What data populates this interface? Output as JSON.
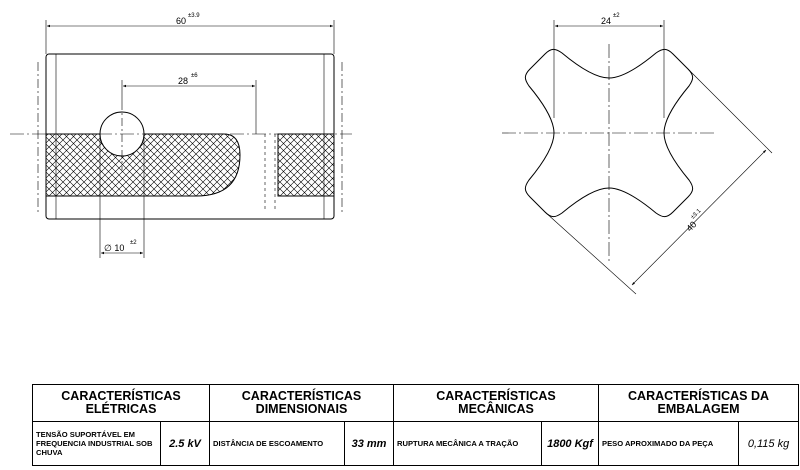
{
  "drawing": {
    "dims": {
      "length": {
        "value": "60",
        "tol": "±3.9"
      },
      "hole_pos": {
        "value": "28",
        "tol": "±6"
      },
      "hole_dia": {
        "value": "∅ 10",
        "tol": "±2"
      },
      "cross_width": {
        "value": "24",
        "tol": "±2"
      },
      "diagonal": {
        "value": "40",
        "tol": "±3.1"
      }
    }
  },
  "specs": {
    "electric": {
      "title": "CARACTERÍSTICAS ELÉTRICAS",
      "label": "TENSÃO SUPORTÁVEL EM FREQUENCIA INDUSTRIAL SOB CHUVA",
      "value": "2.5 kV"
    },
    "dimensional": {
      "title": "CARACTERÍSTICAS DIMENSIONAIS",
      "label": "DISTÂNCIA DE ESCOAMENTO",
      "value": "33 mm"
    },
    "mechanical": {
      "title": "CARACTERÍSTICAS MECÂNICAS",
      "label": "RUPTURA MECÂNICA A TRAÇÃO",
      "value": "1800 Kgf"
    },
    "packaging": {
      "title": "CARACTERÍSTICAS DA EMBALAGEM",
      "label": "PESO APROXIMADO DA PEÇA",
      "value": "0,115 kg"
    }
  }
}
